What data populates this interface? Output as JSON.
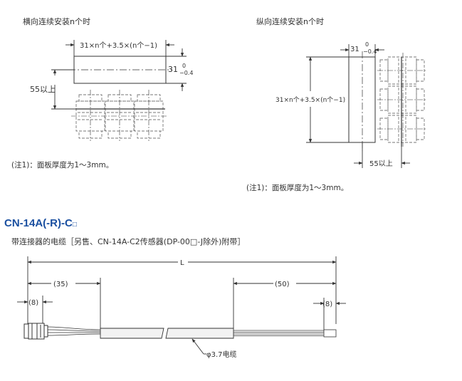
{
  "horizontal": {
    "title": "横向连续安装n个时",
    "width_dim": "31×n个+3.5×(n个−1)",
    "height_dim": "31",
    "height_tol_upper": "0",
    "height_tol_lower": "−0.4",
    "depth_dim": "55以上",
    "note": "(注1)：面板厚度为1～3mm。"
  },
  "vertical": {
    "title": "纵向连续安装n个时",
    "width_dim": "31",
    "width_tol_upper": "0",
    "width_tol_lower": "−0.4",
    "height_dim": "31×n个+3.5×(n个−1)",
    "depth_dim": "55以上",
    "note": "(注1)：面板厚度为1～3mm。"
  },
  "cable_section": {
    "title": "CN-14A(-R)-C",
    "title_box_glyph": "□",
    "subtitle": "带连接器的电缆［另售、CN-14A-C2传感器(DP-00□-J除外)附带］",
    "dim_L": "L",
    "dim_35": "(35)",
    "dim_50": "(50)",
    "dim_8_left": "(8)",
    "dim_8_right": "(8)",
    "cable_label": "φ3.7电缆"
  },
  "colors": {
    "title_blue": "#1a4fa0",
    "line": "#333333",
    "dashed": "#777777",
    "cable_fill": "#f2f2f2"
  }
}
